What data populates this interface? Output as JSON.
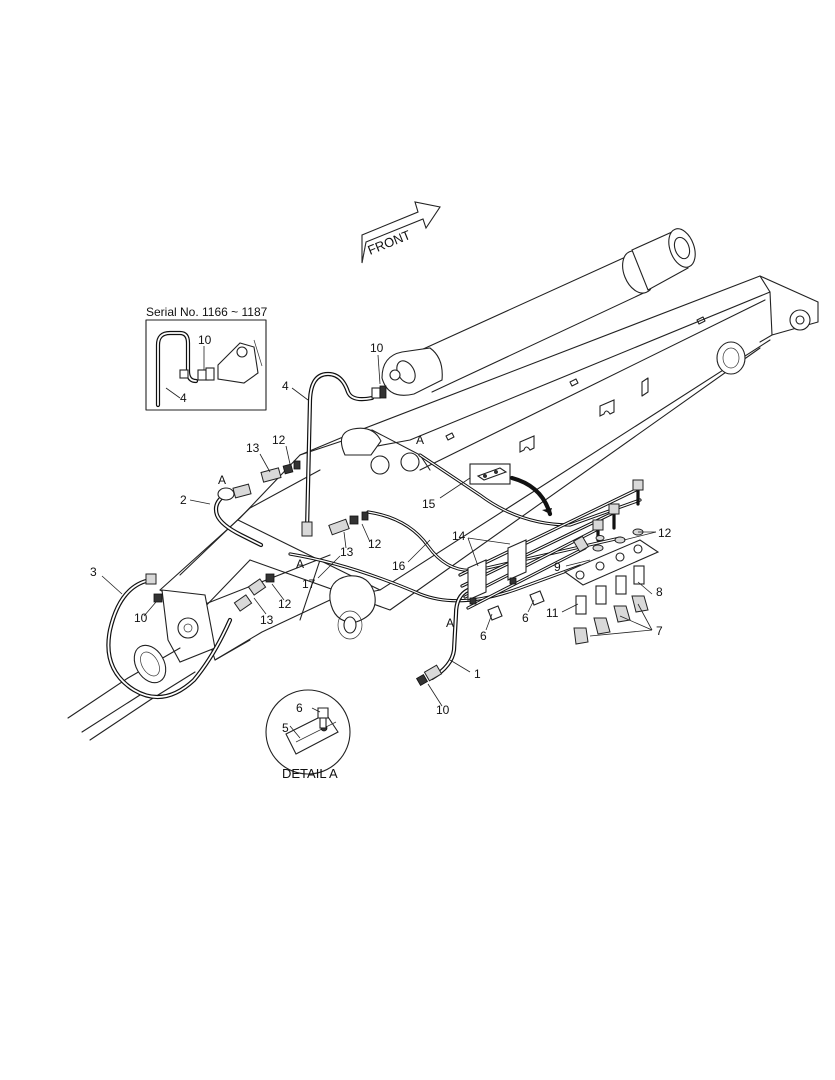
{
  "front_label": "FRONT",
  "serial_label": "Serial No. 1166 ~ 1187",
  "detail_label": "DETAIL A",
  "callouts": [
    {
      "id": "c-inset-10",
      "text": "10"
    },
    {
      "id": "c-inset-4",
      "text": "4"
    },
    {
      "id": "c-4",
      "text": "4"
    },
    {
      "id": "c-10-top",
      "text": "10"
    },
    {
      "id": "c-13-top",
      "text": "13"
    },
    {
      "id": "c-12-top",
      "text": "12"
    },
    {
      "id": "c-2",
      "text": "2"
    },
    {
      "id": "c-A1",
      "text": "A"
    },
    {
      "id": "c-A2",
      "text": "A"
    },
    {
      "id": "c-A3",
      "text": "A"
    },
    {
      "id": "c-A4",
      "text": "A"
    },
    {
      "id": "c-15",
      "text": "15"
    },
    {
      "id": "c-14",
      "text": "14"
    },
    {
      "id": "c-12-right",
      "text": "12"
    },
    {
      "id": "c-9",
      "text": "9"
    },
    {
      "id": "c-8",
      "text": "8"
    },
    {
      "id": "c-11",
      "text": "11"
    },
    {
      "id": "c-7",
      "text": "7"
    },
    {
      "id": "c-13-mid",
      "text": "13"
    },
    {
      "id": "c-12-mid",
      "text": "12"
    },
    {
      "id": "c-16",
      "text": "16"
    },
    {
      "id": "c-17",
      "text": "17"
    },
    {
      "id": "c-3",
      "text": "3"
    },
    {
      "id": "c-12-low",
      "text": "12"
    },
    {
      "id": "c-13-low",
      "text": "13"
    },
    {
      "id": "c-10-left",
      "text": "10"
    },
    {
      "id": "c-6-a",
      "text": "6"
    },
    {
      "id": "c-6-b",
      "text": "6"
    },
    {
      "id": "c-1",
      "text": "1"
    },
    {
      "id": "c-10-bottom",
      "text": "10"
    },
    {
      "id": "c-detail-6",
      "text": "6"
    },
    {
      "id": "c-detail-5",
      "text": "5"
    }
  ]
}
